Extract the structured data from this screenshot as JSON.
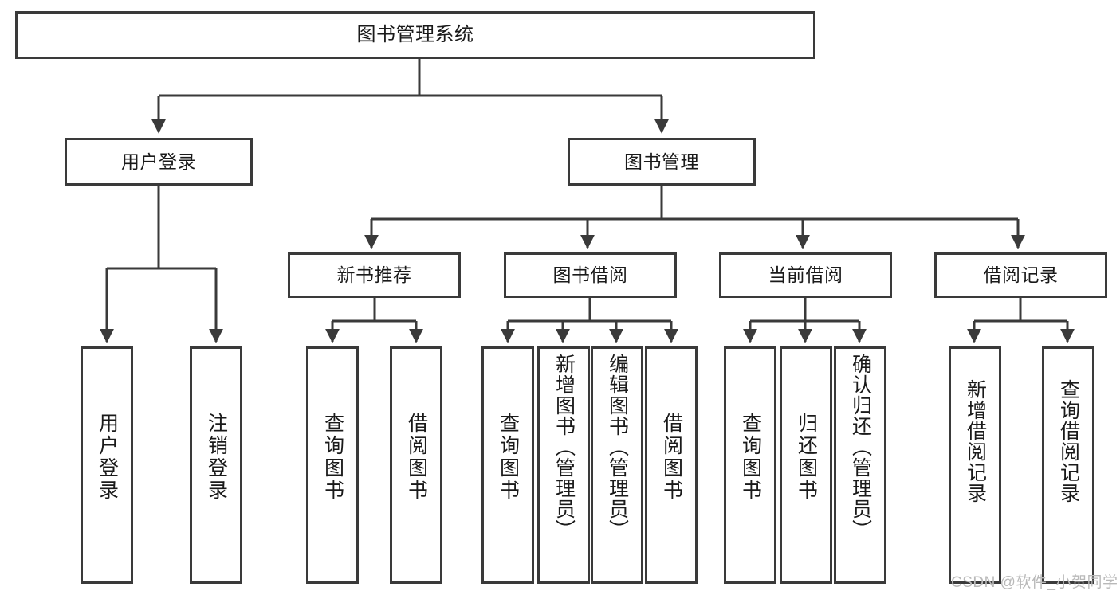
{
  "diagram": {
    "title": "图书管理系统",
    "type": "tree-hierarchy-chart",
    "root": {
      "label": "图书管理系统"
    },
    "level1": [
      {
        "label": "用户登录"
      },
      {
        "label": "图书管理"
      }
    ],
    "level2": [
      {
        "label": "新书推荐"
      },
      {
        "label": "图书借阅"
      },
      {
        "label": "当前借阅"
      },
      {
        "label": "借阅记录"
      }
    ],
    "leaves": {
      "user_login": [
        {
          "label": "用户登录"
        },
        {
          "label": "注销登录"
        }
      ],
      "new_book_recommend": [
        {
          "label": "查询图书"
        },
        {
          "label": "借阅图书"
        }
      ],
      "book_borrow": [
        {
          "label": "查询图书"
        },
        {
          "label": "新增图书（管理员）"
        },
        {
          "label": "编辑图书（管理员）"
        },
        {
          "label": "借阅图书"
        }
      ],
      "current_borrow": [
        {
          "label": "查询图书"
        },
        {
          "label": "归还图书"
        },
        {
          "label": "确认归还（管理员）"
        }
      ],
      "borrow_record": [
        {
          "label": "新增借阅记录"
        },
        {
          "label": "查询借阅记录"
        }
      ]
    }
  },
  "watermark": {
    "text": "CSDN @软件_小贺同学"
  },
  "colors": {
    "border": "#3a3a3a",
    "background": "#ffffff",
    "text": "#1a1a1a",
    "watermark": "#b9b9b9"
  }
}
